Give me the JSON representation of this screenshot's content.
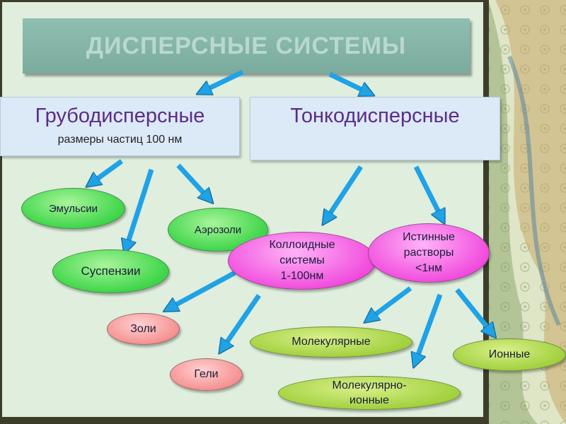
{
  "title": "ДИСПЕРСНЫЕ СИСТЕМЫ",
  "coarse": {
    "title": "Грубодисперсные",
    "subtitle": "размеры частиц 100 нм"
  },
  "fine": {
    "title": "Тонкодисперсные"
  },
  "nodes": {
    "emulsions": "Эмульсии",
    "aerosols": "Аэрозоли",
    "suspensions": "Суспензии",
    "colloid_line1": "Коллоидные",
    "colloid_line2": "системы",
    "colloid_line3": "1-100нм",
    "true_line1": "Истинные",
    "true_line2": "растворы",
    "true_line3": "<1нм",
    "sols": "Золи",
    "gels": "Гели",
    "molecular": "Молекулярные",
    "molecular_ionic_line1": "Молекулярно-",
    "molecular_ionic_line2": "ионные",
    "ionic": "Ионные"
  },
  "colors": {
    "arrow": "#1fa2e6",
    "title_bar": "#7aab9c",
    "box": "#dce9f7",
    "green_node": "#3fd64a",
    "pink_node": "#f047dc",
    "salmon_node": "#f58d8d",
    "lime_node": "#9fcf3a"
  }
}
